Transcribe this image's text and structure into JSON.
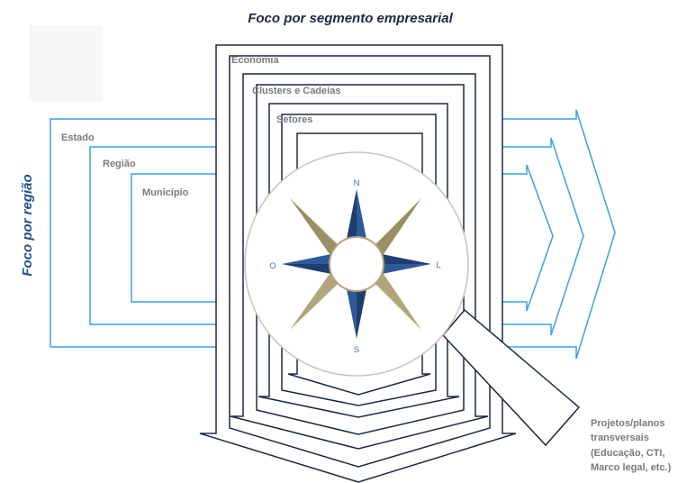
{
  "titles": {
    "top": "Foco por segmento empresarial",
    "side": "Foco por região"
  },
  "region_frames": [
    "Estado",
    "Região",
    "Município"
  ],
  "segment_frames": [
    "Economia",
    "Clusters e Cadeias",
    "Setores"
  ],
  "compass": {
    "north": "N",
    "south": "S",
    "east": "L",
    "west": "O"
  },
  "side_note": {
    "lines": [
      "Projetos/planos",
      "transversais",
      "(Educação, CTI,",
      "Marco legal, etc.)"
    ]
  },
  "colors": {
    "region_lines": "#3aa0e8",
    "segment_lines": "#1b2a44",
    "compass_navy": "#1f3d6e",
    "compass_gold": "#b3a57a",
    "compass_letters": "#3aa0e8",
    "title_side": "#1f4e8c"
  }
}
